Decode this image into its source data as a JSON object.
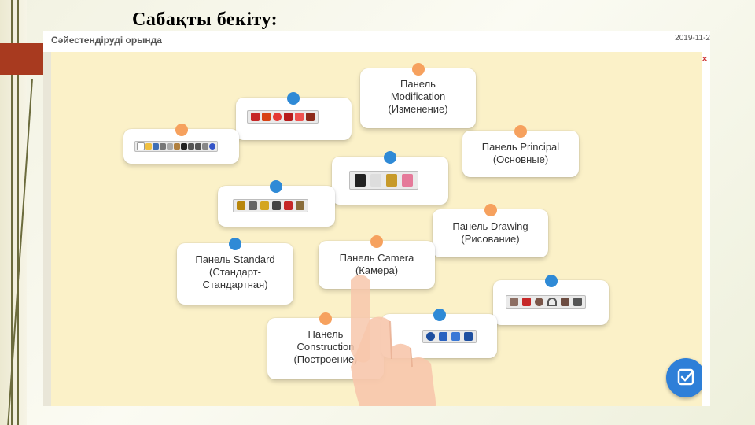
{
  "slide": {
    "title": "Сабақты бекіту:"
  },
  "window": {
    "title": "Сәйестендіруді орында",
    "date": "2019-11-2",
    "close_icon": "close-icon"
  },
  "cards": {
    "modification": {
      "lines": [
        "Панель",
        "Modification",
        "(Изменение)"
      ]
    },
    "principal": {
      "lines": [
        "Панель Principal",
        "(Основные)"
      ]
    },
    "drawing": {
      "lines": [
        "Панель Drawing",
        "(Рисование)"
      ]
    },
    "camera": {
      "lines": [
        "Панель Camera",
        "(Камера)"
      ]
    },
    "standard": {
      "lines": [
        "Панель Standard",
        "(Стандарт-",
        "Стандартная)"
      ]
    },
    "construction": {
      "lines": [
        "Панель",
        "Construction",
        "(Построение)"
      ]
    }
  },
  "toolbars": {
    "standard": "standard-toolbar",
    "modification": "modification-toolbar",
    "principal": "principal-toolbar",
    "construction": "construction-toolbar",
    "drawing": "drawing-toolbar",
    "camera": "camera-toolbar"
  },
  "colors": {
    "canvas": "#fbf1c8",
    "orange_dot": "#f6a15e",
    "blue_dot": "#2f8ad6",
    "check_button": "#2e7fd8"
  },
  "check_button": {
    "icon": "check-icon"
  }
}
